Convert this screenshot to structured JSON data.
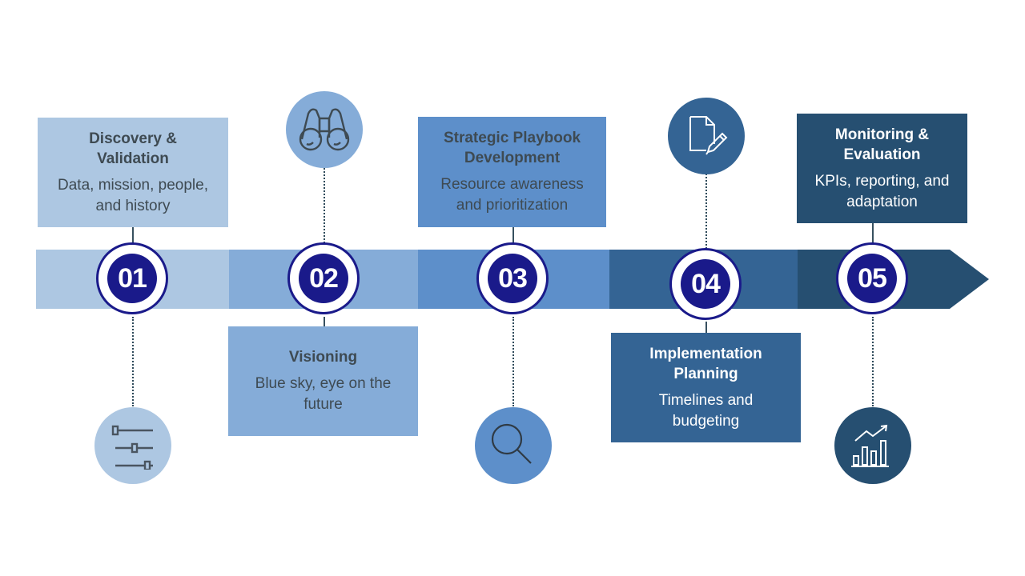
{
  "colors": {
    "step1": "#adc7e2",
    "step2": "#85acd8",
    "step3": "#5d8fca",
    "step4": "#346494",
    "step5": "#264f71",
    "node_ring": "#1a1a8a",
    "dark_text": "#3e4a52"
  },
  "steps": [
    {
      "number": "01",
      "title": "Discovery & Validation",
      "description": "Data, mission, people, and history",
      "icon": "sliders-icon"
    },
    {
      "number": "02",
      "title": "Visioning",
      "description": "Blue sky, eye on the future",
      "icon": "binoculars-icon"
    },
    {
      "number": "03",
      "title": "Strategic Playbook Development",
      "description": "Resource awareness and prioritization",
      "icon": "magnifier-icon"
    },
    {
      "number": "04",
      "title": "Implementation Planning",
      "description": "Timelines and budgeting",
      "icon": "document-edit-icon"
    },
    {
      "number": "05",
      "title": "Monitoring & Evaluation",
      "description": "KPIs, reporting, and adaptation",
      "icon": "growth-chart-icon"
    }
  ]
}
